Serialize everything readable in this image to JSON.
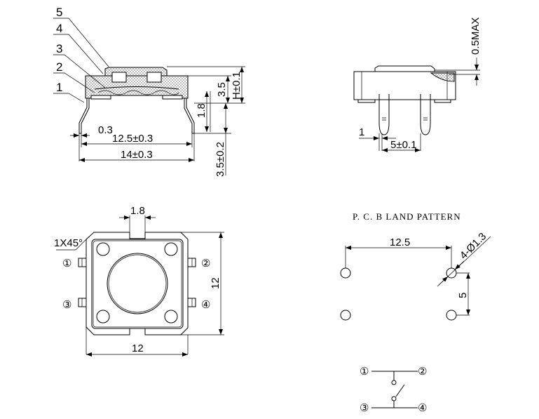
{
  "side_view": {
    "part_labels": [
      "1",
      "2",
      "3",
      "4",
      "5"
    ],
    "dim_lead_thickness": "0.3",
    "dim_pin_span": "12.5±0.3",
    "dim_body_width": "14±0.3",
    "dim_height_h": "H±0.1",
    "dim_body_height": "3.5",
    "dim_lead_offset": "1.8",
    "dim_lead_length": "3.5±0.2"
  },
  "end_view": {
    "dim_max": "0.5MAX",
    "dim_pin_width": "1",
    "dim_pin_pitch": "5±0.1"
  },
  "top_view": {
    "dim_slot": "1.8",
    "chamfer": "1X45°",
    "dim_width": "12",
    "dim_height": "12",
    "pins": [
      "①",
      "②",
      "③",
      "④"
    ]
  },
  "pcb": {
    "title": "P. C. B  LAND  PATTERN",
    "dim_horizontal": "12.5",
    "dim_hole": "4-Ø1.3",
    "dim_vertical": "5"
  },
  "schematic": {
    "pins": [
      "①",
      "②",
      "③",
      "④"
    ]
  }
}
